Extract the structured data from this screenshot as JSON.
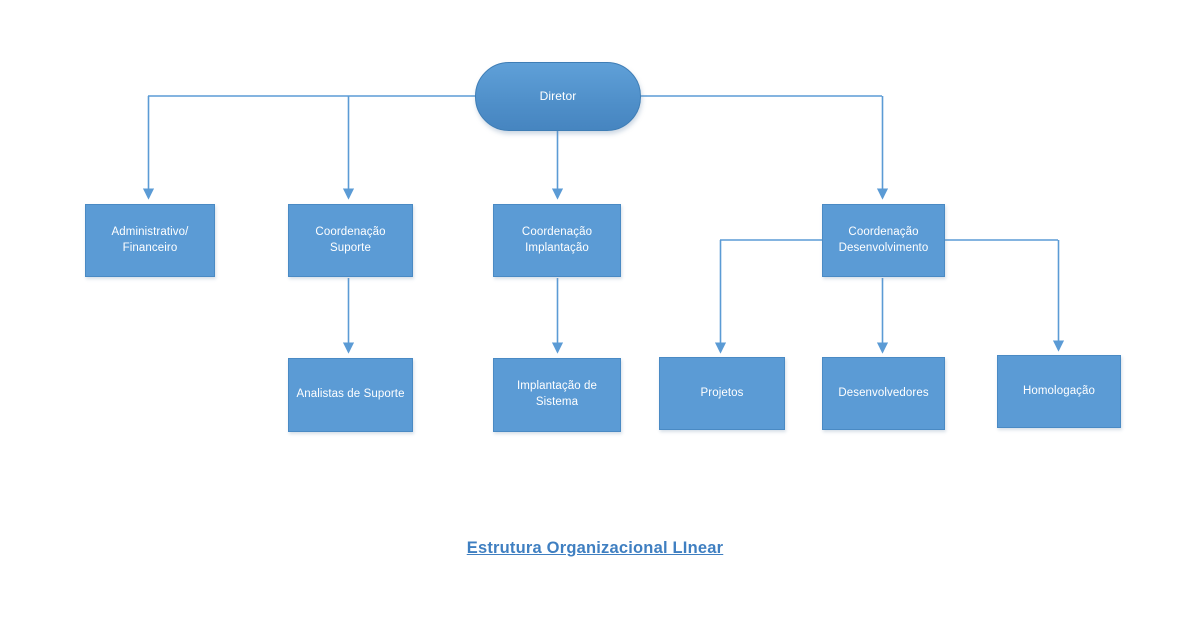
{
  "diagram": {
    "title": "Estrutura Organizacional LInear",
    "type": "org-chart",
    "colors": {
      "node_fill": "#5b9bd5",
      "node_border": "#4a8ac4",
      "connector": "#5b9bd5",
      "node_text": "#ffffff",
      "caption_text": "#3f7fc1",
      "background": "#ffffff"
    },
    "nodes": {
      "diretor": "Diretor",
      "administrativo_financeiro": "Administrativo/\nFinanceiro",
      "coordenacao_suporte": "Coordenação\nSuporte",
      "coordenacao_implantacao": "Coordenação\nImplantação",
      "coordenacao_desenvolvimento": "Coordenação\nDesenvolvimento",
      "analistas_suporte": "Analistas de Suporte",
      "implantacao_sistema": "Implantação de\nSistema",
      "projetos": "Projetos",
      "desenvolvedores": "Desenvolvedores",
      "homologacao": "Homologação"
    },
    "hierarchy": {
      "root": "Diretor",
      "level_2": [
        "Administrativo/ Financeiro",
        "Coordenação Suporte",
        "Coordenação Implantação",
        "Coordenação Desenvolvimento"
      ],
      "level_3": [
        "Analistas de Suporte",
        "Implantação de Sistema",
        "Projetos",
        "Desenvolvedores",
        "Homologação"
      ],
      "edges": [
        "Diretor -> Administrativo/ Financeiro",
        "Diretor -> Coordenação Suporte",
        "Diretor -> Coordenação Implantação",
        "Diretor -> Coordenação Desenvolvimento",
        "Coordenação Suporte -> Analistas de Suporte",
        "Coordenação Implantação -> Implantação de Sistema",
        "Coordenação Desenvolvimento -> Projetos",
        "Coordenação Desenvolvimento -> Desenvolvedores",
        "Coordenação Desenvolvimento -> Homologação"
      ]
    }
  }
}
